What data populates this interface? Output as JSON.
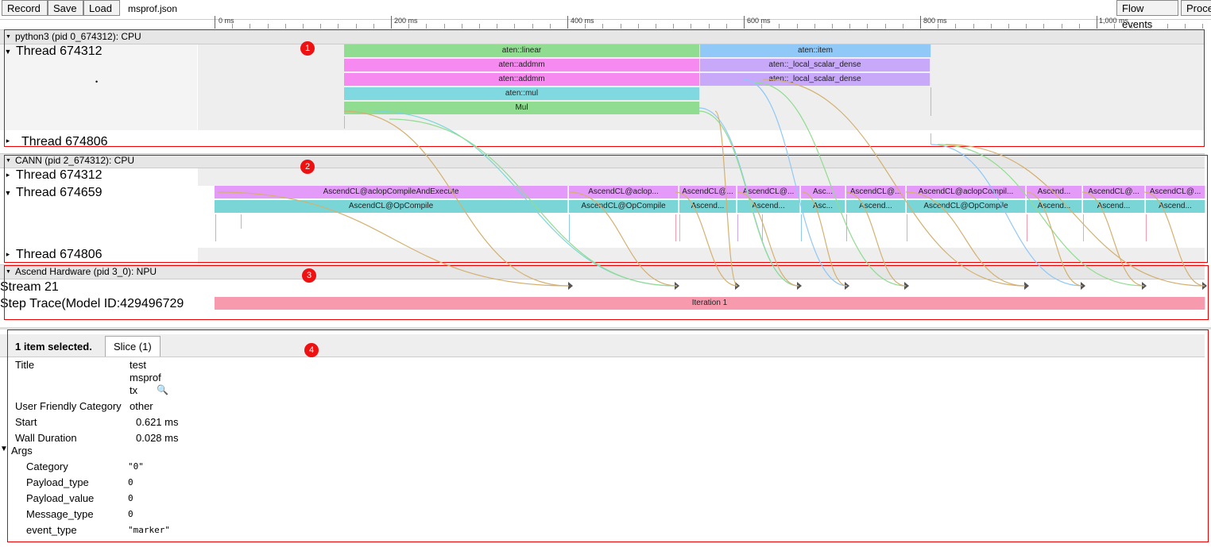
{
  "toolbar": {
    "record": "Record",
    "save": "Save",
    "load": "Load",
    "filename": "msprof.json",
    "flow_events": "Flow events",
    "processes": "Proce"
  },
  "ruler": {
    "ticks": [
      "0 ms",
      "200 ms",
      "400 ms",
      "600 ms",
      "800 ms",
      "1,000 ms"
    ]
  },
  "process_cpu": {
    "title": "python3 (pid 0_674312): CPU",
    "badge": "1",
    "thread_main": "Thread 674312",
    "thread_other": "Thread 674806",
    "slices": {
      "linear": "aten::linear",
      "addmm1": "aten::addmm",
      "addmm2": "aten::addmm",
      "mul": "aten::mul",
      "mul_op": "Mul",
      "item": "aten::item",
      "local_scalar1": "aten::_local_scalar_dense",
      "local_scalar2": "aten::_local_scalar_dense"
    }
  },
  "process_cann": {
    "title": "CANN (pid 2_674312): CPU",
    "badge": "2",
    "thread_a": "Thread 674312",
    "thread_b": "Thread 674659",
    "thread_c": "Thread 674806",
    "top_row": [
      "AscendCL@aclopCompileAndExecute",
      "AscendCL@aclop...",
      "AscendCL@...",
      "AscendCL@...",
      "Asc...",
      "AscendCL@...",
      "AscendCL@aclopCompil...",
      "Ascend...",
      "AscendCL@...",
      "AscendCL@..."
    ],
    "bottom_row": [
      "AscendCL@OpCompile",
      "AscendCL@OpCompile",
      "Ascend...",
      "Ascend...",
      "Asc...",
      "Ascend...",
      "AscendCL@OpCompile",
      "Ascend...",
      "Ascend...",
      "Ascend..."
    ]
  },
  "process_npu": {
    "title": "Ascend Hardware (pid 3_0): NPU",
    "badge": "3",
    "stream": "Stream 21",
    "step_trace": "Step Trace(Model ID:429496729",
    "iteration": "Iteration 1"
  },
  "details": {
    "badge": "4",
    "selected": "1 item selected.",
    "tab": "Slice (1)",
    "title_label": "Title",
    "title_lines": [
      "test",
      "msprof",
      "tx"
    ],
    "category_label": "User Friendly Category",
    "category_value": "other",
    "start_label": "Start",
    "start_value": "0.621 ms",
    "duration_label": "Wall Duration",
    "duration_value": "0.028 ms",
    "args_label": "Args",
    "args": [
      {
        "key": "Category",
        "value": "\"0\""
      },
      {
        "key": "Payload_type",
        "value": "0"
      },
      {
        "key": "Payload_value",
        "value": "0"
      },
      {
        "key": "Message_type",
        "value": "0"
      },
      {
        "key": "event_type",
        "value": "\"marker\""
      }
    ]
  },
  "colors": {
    "green": "#90dc90",
    "magenta": "#f68af0",
    "cyan": "#80d8e0",
    "blue": "#90c8f8",
    "lavender": "#c8a8f8",
    "violet": "#e49af8",
    "teal": "#7ad6d6",
    "pink": "#f89aae"
  }
}
